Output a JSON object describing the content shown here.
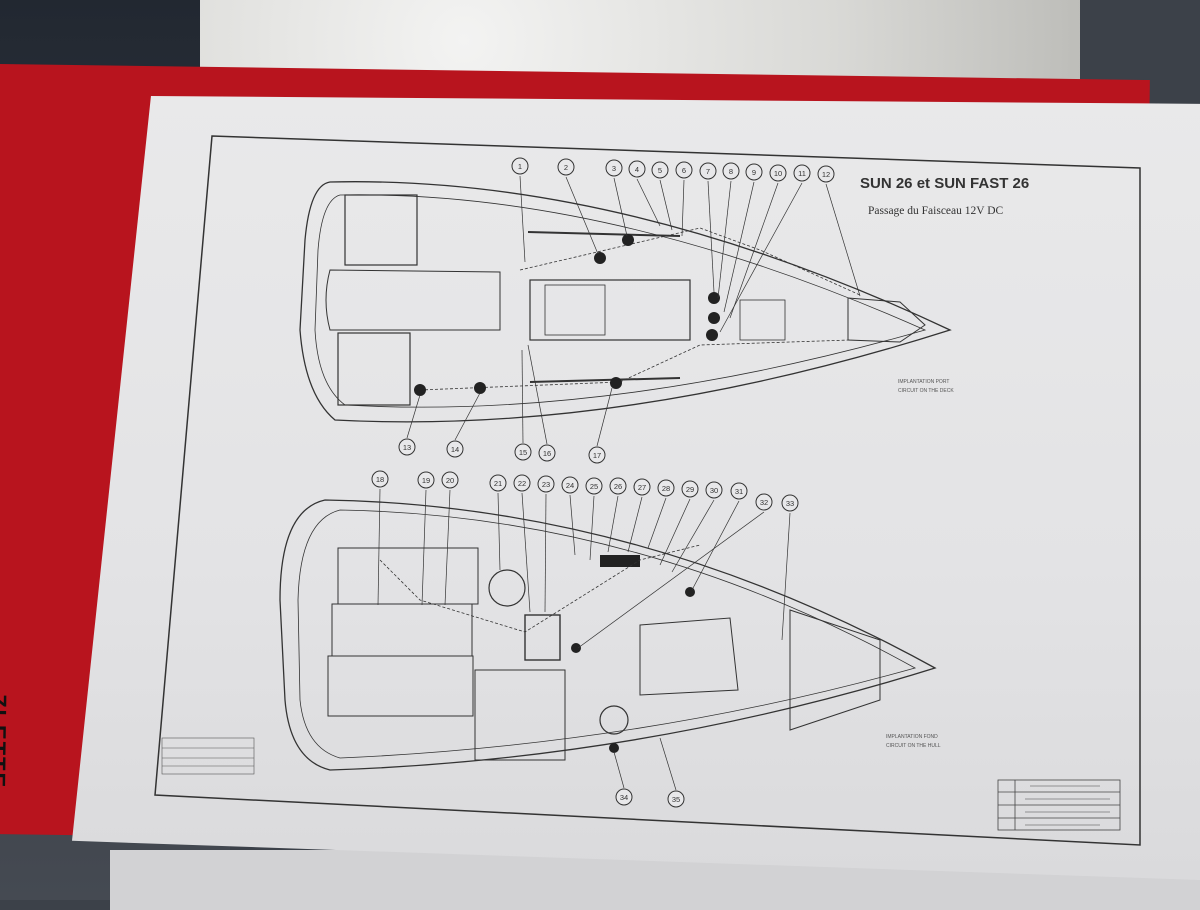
{
  "title": "SUN 26 et SUN FAST 26",
  "subtitle": "Passage du Faisceau 12V DC",
  "folder_label": "ZLETTE",
  "deck_caption": [
    "IMPLANTATION PORT",
    "CIRCUIT ON THE DECK"
  ],
  "hull_caption": [
    "IMPLANTATION FOND",
    "CIRCUIT ON THE HULL"
  ],
  "deck_callouts": [
    "1",
    "2",
    "3",
    "4",
    "5",
    "6",
    "7",
    "8",
    "9",
    "10",
    "11",
    "12",
    "13",
    "14",
    "15",
    "16",
    "17"
  ],
  "hull_callouts": [
    "18",
    "19",
    "20",
    "21",
    "22",
    "23",
    "24",
    "25",
    "26",
    "27",
    "28",
    "29",
    "30",
    "31",
    "32",
    "33",
    "34",
    "35"
  ],
  "colors": {
    "folder": "#b8141e",
    "paper": "#e6e6e8",
    "ink": "#2a2a2a"
  }
}
